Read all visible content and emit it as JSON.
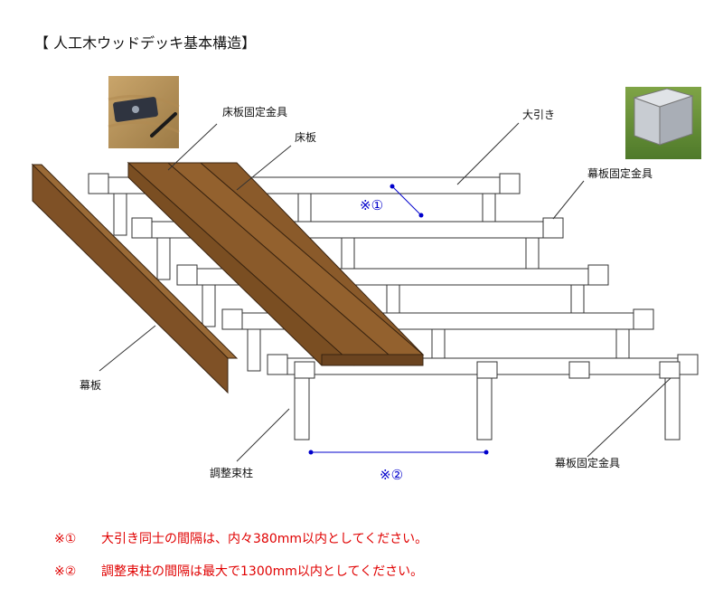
{
  "title": "【 人工木ウッドデッキ基本構造】",
  "labels": {
    "flooring_bracket": "床板固定金具",
    "floorboard": "床板",
    "joist": "大引き",
    "fascia_bracket_top": "幕板固定金具",
    "fascia": "幕板",
    "adjustable_post": "調整束柱",
    "fascia_bracket_bottom": "幕板固定金具"
  },
  "markers": {
    "m1": "※①",
    "m2": "※②"
  },
  "notes": [
    {
      "mark": "※①",
      "text": "大引き同士の間隔は、内々380mm以内としてください。"
    },
    {
      "mark": "※②",
      "text": "調整束柱の間隔は最大で1300mm以内としてください。"
    }
  ],
  "colors": {
    "wood": "#8a5a2a",
    "dimension": "#0000cc",
    "note": "#e00000"
  }
}
